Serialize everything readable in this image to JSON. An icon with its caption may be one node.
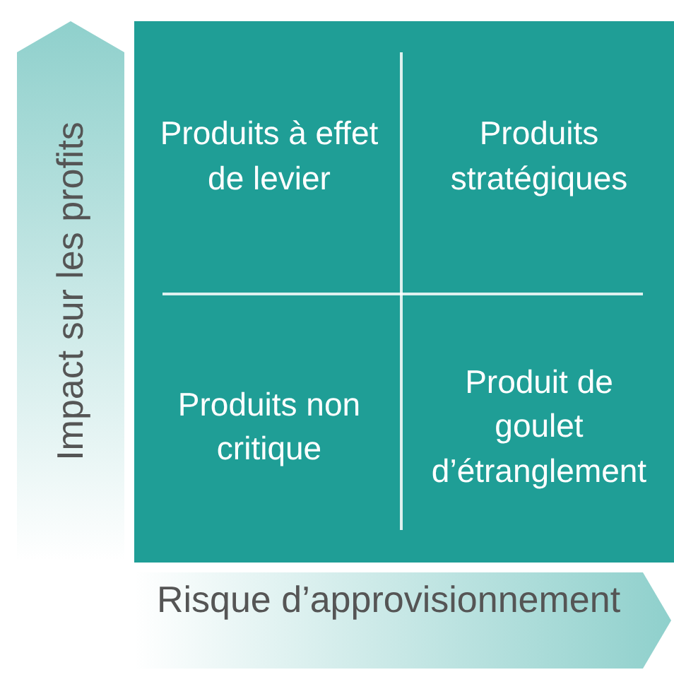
{
  "diagram": {
    "nodes": [
      {
        "text": [],
        "shape": "box"
      },
      {
        "text": [
          "Produits à effet de levier"
        ],
        "in": 0
      },
      {
        "text": [
          "Produits stratégiques"
        ],
        "in": 0
      },
      {
        "text": [
          "Produits non critique"
        ],
        "in": 0
      },
      {
        "text": [
          "Produit de goulet d’étranglement"
        ],
        "in": 0
      },
      {
        "text": [
          "Impact sur les profits"
        ]
      },
      {
        "text": [
          "Risque d’approvisionnement"
        ]
      }
    ]
  }
}
